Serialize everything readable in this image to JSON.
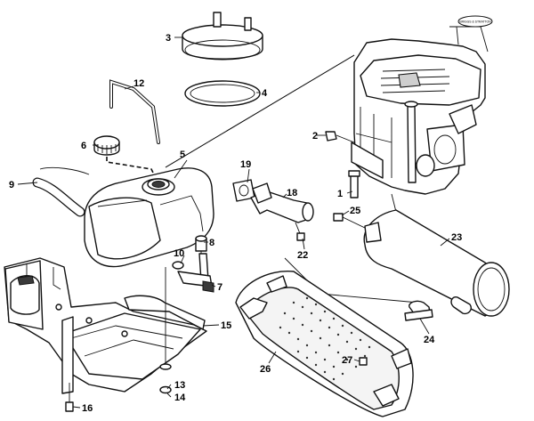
{
  "brand_logo_text": "BRIGGS & STRATTON",
  "callouts": [
    {
      "id": "1",
      "text": "1"
    },
    {
      "id": "2",
      "text": "2"
    },
    {
      "id": "3",
      "text": "3"
    },
    {
      "id": "4",
      "text": "4"
    },
    {
      "id": "5",
      "text": "5"
    },
    {
      "id": "6",
      "text": "6"
    },
    {
      "id": "7",
      "text": "7"
    },
    {
      "id": "8",
      "text": "8"
    },
    {
      "id": "9",
      "text": "9"
    },
    {
      "id": "10",
      "text": "10"
    },
    {
      "id": "12",
      "text": "12"
    },
    {
      "id": "13",
      "text": "13"
    },
    {
      "id": "14",
      "text": "14"
    },
    {
      "id": "15",
      "text": "15"
    },
    {
      "id": "16",
      "text": "16"
    },
    {
      "id": "18",
      "text": "18"
    },
    {
      "id": "19",
      "text": "19"
    },
    {
      "id": "22",
      "text": "22"
    },
    {
      "id": "23",
      "text": "23"
    },
    {
      "id": "24",
      "text": "24"
    },
    {
      "id": "25",
      "text": "25"
    },
    {
      "id": "26",
      "text": "26"
    },
    {
      "id": "27",
      "text": "27"
    }
  ]
}
